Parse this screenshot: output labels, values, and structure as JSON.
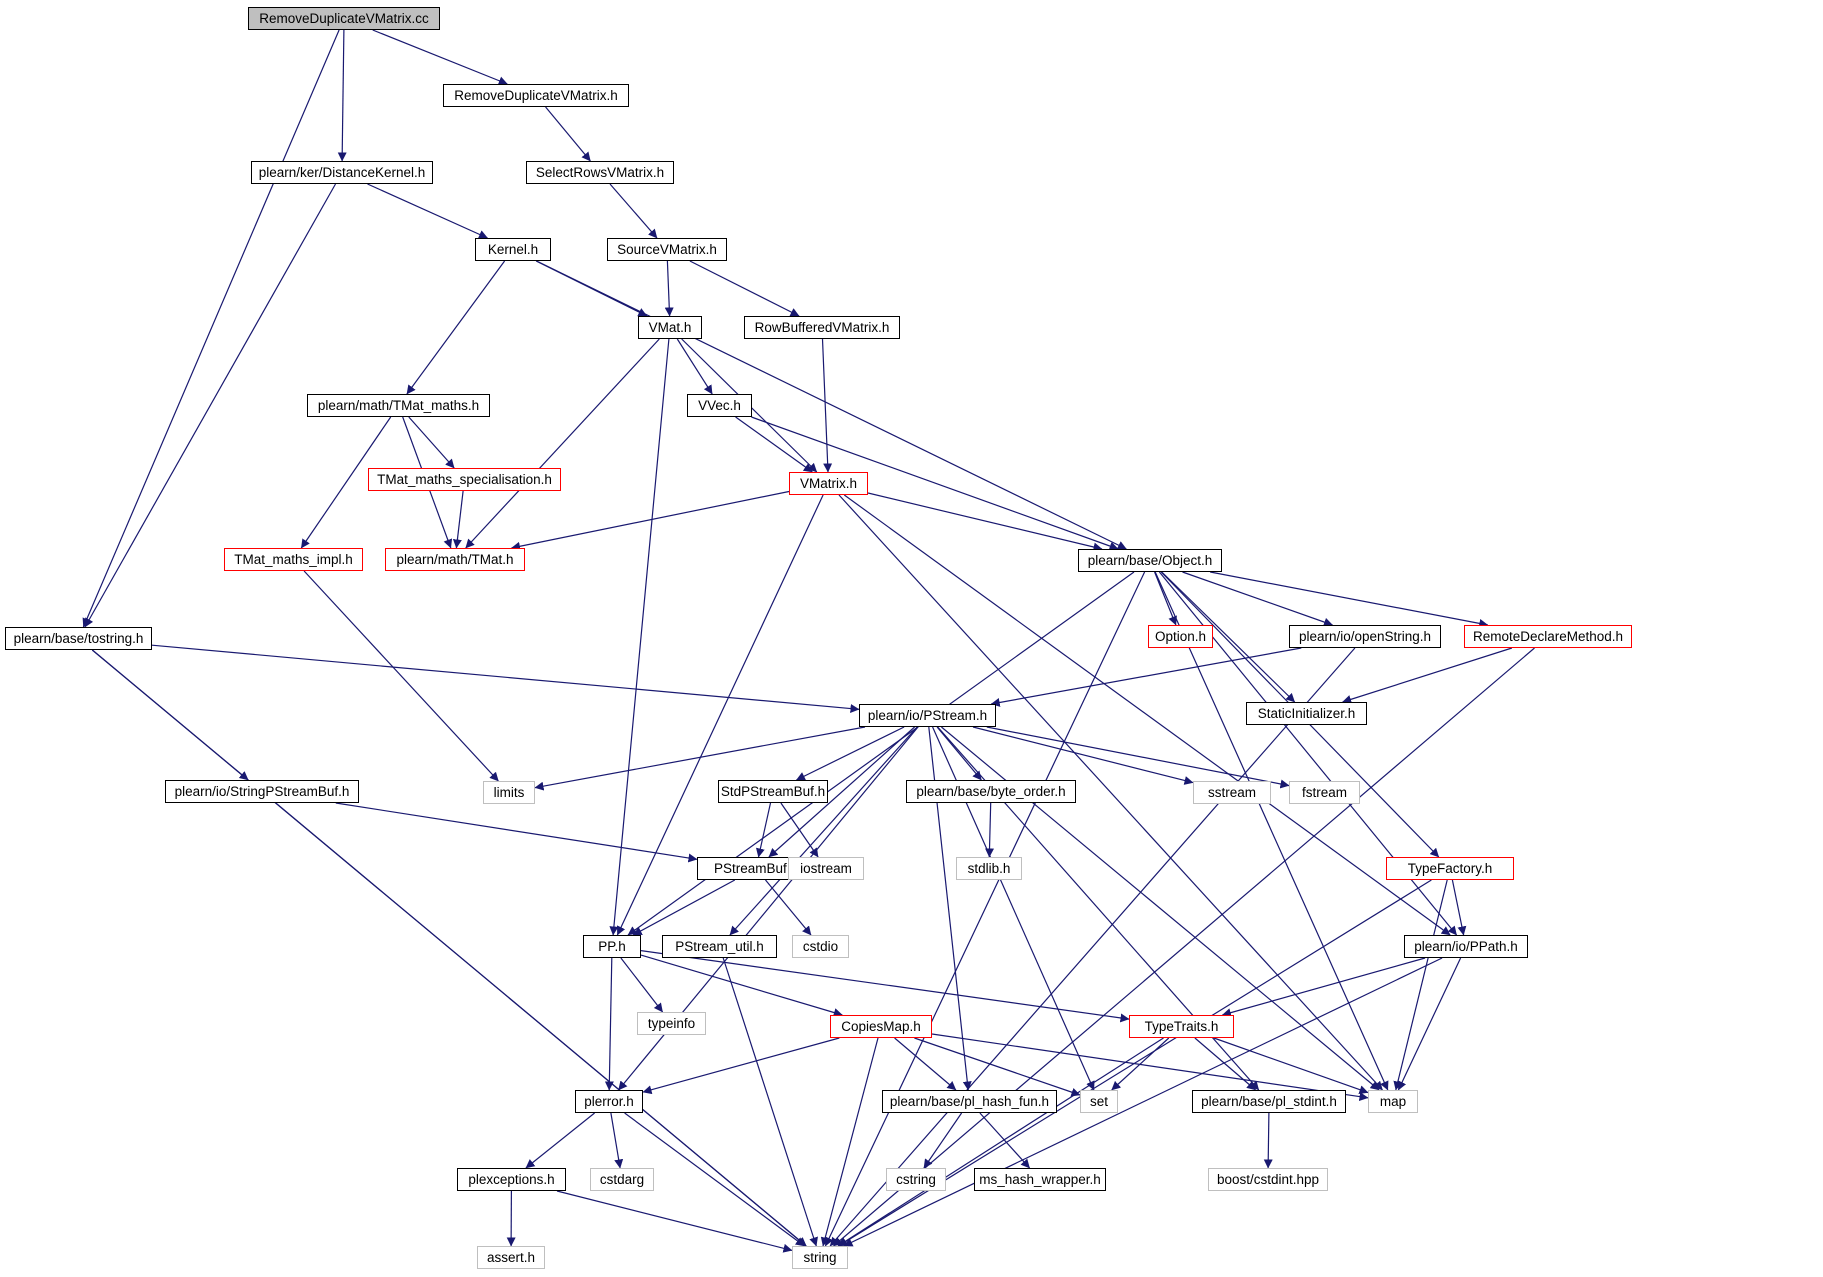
{
  "diagram": {
    "colors": {
      "edge": "#191970",
      "normal_border": "#000000",
      "red_border": "#ff0000",
      "external_border": "#bfbfbf",
      "root_fill": "#bfbfbf"
    },
    "nodes": [
      {
        "id": "root",
        "label": "RemoveDuplicateVMatrix.cc",
        "style": "root"
      },
      {
        "id": "rdvm",
        "label": "RemoveDuplicateVMatrix.h",
        "style": "normal"
      },
      {
        "id": "distk",
        "label": "plearn/ker/DistanceKernel.h",
        "style": "normal"
      },
      {
        "id": "srvm",
        "label": "SelectRowsVMatrix.h",
        "style": "normal"
      },
      {
        "id": "kernel",
        "label": "Kernel.h",
        "style": "normal"
      },
      {
        "id": "svm",
        "label": "SourceVMatrix.h",
        "style": "normal"
      },
      {
        "id": "vmat",
        "label": "VMat.h",
        "style": "normal"
      },
      {
        "id": "rbvm",
        "label": "RowBufferedVMatrix.h",
        "style": "normal"
      },
      {
        "id": "tmm",
        "label": "plearn/math/TMat_maths.h",
        "style": "normal"
      },
      {
        "id": "vvec",
        "label": "VVec.h",
        "style": "normal"
      },
      {
        "id": "tmms",
        "label": "TMat_maths_specialisation.h",
        "style": "red"
      },
      {
        "id": "vmatrix",
        "label": "VMatrix.h",
        "style": "red"
      },
      {
        "id": "tmmi",
        "label": "TMat_maths_impl.h",
        "style": "red"
      },
      {
        "id": "tmat",
        "label": "plearn/math/TMat.h",
        "style": "red"
      },
      {
        "id": "object",
        "label": "plearn/base/Object.h",
        "style": "normal"
      },
      {
        "id": "tostring",
        "label": "plearn/base/tostring.h",
        "style": "normal"
      },
      {
        "id": "option",
        "label": "Option.h",
        "style": "red"
      },
      {
        "id": "openstr",
        "label": "plearn/io/openString.h",
        "style": "normal"
      },
      {
        "id": "rdm",
        "label": "RemoteDeclareMethod.h",
        "style": "red"
      },
      {
        "id": "pstream",
        "label": "plearn/io/PStream.h",
        "style": "normal"
      },
      {
        "id": "statinit",
        "label": "StaticInitializer.h",
        "style": "normal"
      },
      {
        "id": "spsb",
        "label": "plearn/io/StringPStreamBuf.h",
        "style": "normal"
      },
      {
        "id": "limits",
        "label": "limits",
        "style": "external"
      },
      {
        "id": "stdpsb",
        "label": "StdPStreamBuf.h",
        "style": "normal"
      },
      {
        "id": "byteorder",
        "label": "plearn/base/byte_order.h",
        "style": "normal"
      },
      {
        "id": "sstream",
        "label": "sstream",
        "style": "external"
      },
      {
        "id": "fstream",
        "label": "fstream",
        "style": "external"
      },
      {
        "id": "psb",
        "label": "PStreamBuf.h",
        "style": "normal"
      },
      {
        "id": "iostream",
        "label": "iostream",
        "style": "external"
      },
      {
        "id": "stdlib",
        "label": "stdlib.h",
        "style": "external"
      },
      {
        "id": "typefactory",
        "label": "TypeFactory.h",
        "style": "red"
      },
      {
        "id": "pp",
        "label": "PP.h",
        "style": "normal"
      },
      {
        "id": "psutil",
        "label": "PStream_util.h",
        "style": "normal"
      },
      {
        "id": "cstdio",
        "label": "cstdio",
        "style": "external"
      },
      {
        "id": "ppath",
        "label": "plearn/io/PPath.h",
        "style": "normal"
      },
      {
        "id": "typeinfo",
        "label": "typeinfo",
        "style": "external"
      },
      {
        "id": "copiesmap",
        "label": "CopiesMap.h",
        "style": "red"
      },
      {
        "id": "typetraits",
        "label": "TypeTraits.h",
        "style": "red"
      },
      {
        "id": "plerror",
        "label": "plerror.h",
        "style": "normal"
      },
      {
        "id": "hashfun",
        "label": "plearn/base/pl_hash_fun.h",
        "style": "normal"
      },
      {
        "id": "set",
        "label": "set",
        "style": "external"
      },
      {
        "id": "stdint",
        "label": "plearn/base/pl_stdint.h",
        "style": "normal"
      },
      {
        "id": "map",
        "label": "map",
        "style": "external"
      },
      {
        "id": "plexc",
        "label": "plexceptions.h",
        "style": "normal"
      },
      {
        "id": "cstdarg",
        "label": "cstdarg",
        "style": "external"
      },
      {
        "id": "cstring",
        "label": "cstring",
        "style": "external"
      },
      {
        "id": "mshash",
        "label": "ms_hash_wrapper.h",
        "style": "normal"
      },
      {
        "id": "boostint",
        "label": "boost/cstdint.hpp",
        "style": "external"
      },
      {
        "id": "asserth",
        "label": "assert.h",
        "style": "external"
      },
      {
        "id": "string",
        "label": "string",
        "style": "external"
      }
    ],
    "edges": [
      [
        "root",
        "rdvm"
      ],
      [
        "root",
        "distk"
      ],
      [
        "root",
        "tostring"
      ],
      [
        "rdvm",
        "srvm"
      ],
      [
        "distk",
        "kernel"
      ],
      [
        "distk",
        "tostring"
      ],
      [
        "srvm",
        "svm"
      ],
      [
        "kernel",
        "vmat"
      ],
      [
        "kernel",
        "tmm"
      ],
      [
        "kernel",
        "object"
      ],
      [
        "svm",
        "vmat"
      ],
      [
        "svm",
        "rbvm"
      ],
      [
        "vmat",
        "vvec"
      ],
      [
        "vmat",
        "vmatrix"
      ],
      [
        "vmat",
        "tmat"
      ],
      [
        "vmat",
        "pp"
      ],
      [
        "rbvm",
        "vmatrix"
      ],
      [
        "tmm",
        "tmms"
      ],
      [
        "tmm",
        "tmat"
      ],
      [
        "tmm",
        "tmmi"
      ],
      [
        "vvec",
        "vmatrix"
      ],
      [
        "vvec",
        "object"
      ],
      [
        "tmms",
        "tmat"
      ],
      [
        "vmatrix",
        "tmat"
      ],
      [
        "vmatrix",
        "object"
      ],
      [
        "vmatrix",
        "pp"
      ],
      [
        "vmatrix",
        "ppath"
      ],
      [
        "vmatrix",
        "map"
      ],
      [
        "tmmi",
        "limits"
      ],
      [
        "object",
        "option"
      ],
      [
        "object",
        "openstr"
      ],
      [
        "object",
        "rdm"
      ],
      [
        "object",
        "statinit"
      ],
      [
        "object",
        "typefactory"
      ],
      [
        "object",
        "ppath"
      ],
      [
        "object",
        "pp"
      ],
      [
        "object",
        "map"
      ],
      [
        "object",
        "string"
      ],
      [
        "tostring",
        "pstream"
      ],
      [
        "tostring",
        "spsb"
      ],
      [
        "tostring",
        "string"
      ],
      [
        "openstr",
        "pstream"
      ],
      [
        "openstr",
        "string"
      ],
      [
        "rdm",
        "statinit"
      ],
      [
        "rdm",
        "string"
      ],
      [
        "pstream",
        "limits"
      ],
      [
        "pstream",
        "stdpsb"
      ],
      [
        "pstream",
        "psb"
      ],
      [
        "pstream",
        "byteorder"
      ],
      [
        "pstream",
        "sstream"
      ],
      [
        "pstream",
        "fstream"
      ],
      [
        "pstream",
        "psutil"
      ],
      [
        "pstream",
        "plerror"
      ],
      [
        "pstream",
        "hashfun"
      ],
      [
        "pstream",
        "set"
      ],
      [
        "pstream",
        "stdint"
      ],
      [
        "pstream",
        "map"
      ],
      [
        "spsb",
        "psb"
      ],
      [
        "spsb",
        "string"
      ],
      [
        "stdpsb",
        "psb"
      ],
      [
        "stdpsb",
        "iostream"
      ],
      [
        "byteorder",
        "stdlib"
      ],
      [
        "psb",
        "pp"
      ],
      [
        "psb",
        "cstdio"
      ],
      [
        "typefactory",
        "ppath"
      ],
      [
        "typefactory",
        "map"
      ],
      [
        "typefactory",
        "string"
      ],
      [
        "pp",
        "typeinfo"
      ],
      [
        "pp",
        "copiesmap"
      ],
      [
        "pp",
        "typetraits"
      ],
      [
        "pp",
        "plerror"
      ],
      [
        "psutil",
        "string"
      ],
      [
        "ppath",
        "typetraits"
      ],
      [
        "ppath",
        "map"
      ],
      [
        "ppath",
        "string"
      ],
      [
        "copiesmap",
        "plerror"
      ],
      [
        "copiesmap",
        "hashfun"
      ],
      [
        "copiesmap",
        "set"
      ],
      [
        "copiesmap",
        "map"
      ],
      [
        "copiesmap",
        "string"
      ],
      [
        "typetraits",
        "set"
      ],
      [
        "typetraits",
        "stdint"
      ],
      [
        "typetraits",
        "map"
      ],
      [
        "typetraits",
        "string"
      ],
      [
        "plerror",
        "plexc"
      ],
      [
        "plerror",
        "cstdarg"
      ],
      [
        "plerror",
        "string"
      ],
      [
        "hashfun",
        "cstring"
      ],
      [
        "hashfun",
        "mshash"
      ],
      [
        "stdint",
        "boostint"
      ],
      [
        "plexc",
        "asserth"
      ],
      [
        "plexc",
        "string"
      ]
    ]
  }
}
